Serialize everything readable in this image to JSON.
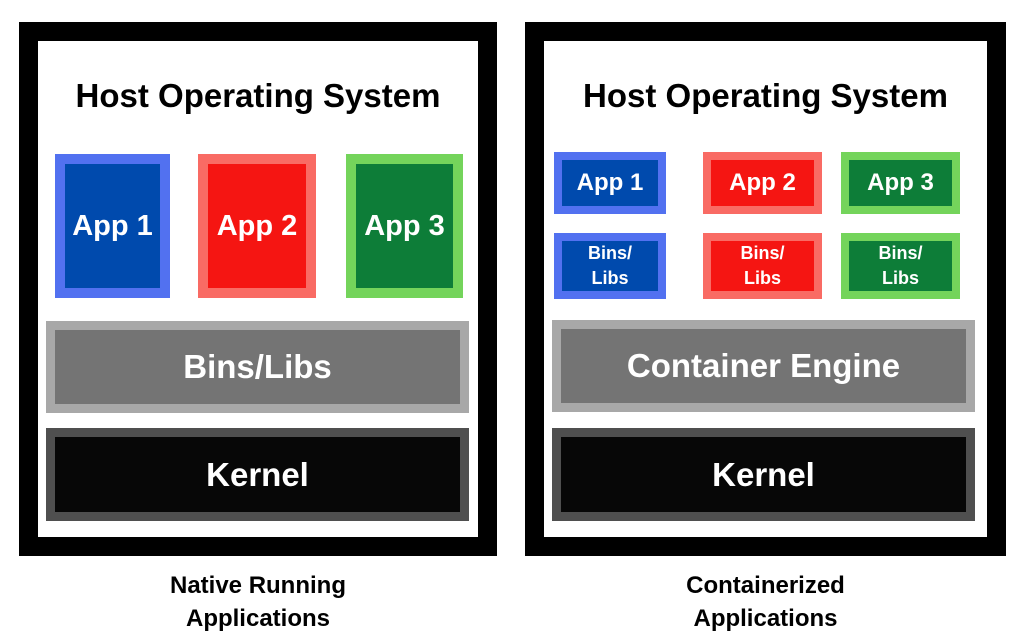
{
  "colors": {
    "frame": "#000000",
    "blue_fill": "#004aad",
    "blue_border": "#5271f0",
    "red_fill": "#f51512",
    "red_border": "#f96b64",
    "green_fill": "#0d7d38",
    "green_border": "#74d45b",
    "gray_fill": "#747474",
    "gray_border": "#a8a8a8",
    "kernel_fill": "#070707",
    "kernel_border": "#4f4f4f"
  },
  "left_panel": {
    "title": "Host Operating System",
    "apps": [
      {
        "label": "App 1"
      },
      {
        "label": "App 2"
      },
      {
        "label": "App 3"
      }
    ],
    "bins_libs": "Bins/Libs",
    "kernel": "Kernel",
    "caption": [
      "Native Running",
      "Applications"
    ]
  },
  "right_panel": {
    "title": "Host Operating System",
    "apps": [
      {
        "label": "App 1",
        "bins": [
          "Bins/",
          "Libs"
        ]
      },
      {
        "label": "App 2",
        "bins": [
          "Bins/",
          "Libs"
        ]
      },
      {
        "label": "App 3",
        "bins": [
          "Bins/",
          "Libs"
        ]
      }
    ],
    "engine": "Container Engine",
    "kernel": "Kernel",
    "caption": [
      "Containerized",
      "Applications"
    ]
  }
}
